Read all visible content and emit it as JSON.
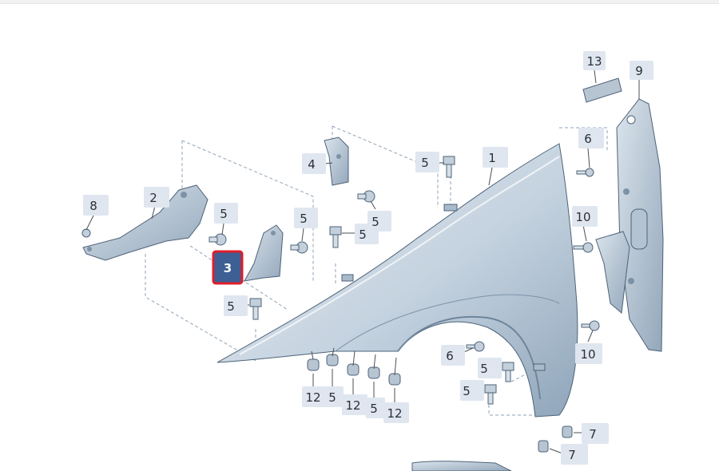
{
  "diagram": {
    "callouts": [
      {
        "id": "c13a",
        "label": "13"
      },
      {
        "id": "c9",
        "label": "9"
      },
      {
        "id": "c6a",
        "label": "6"
      },
      {
        "id": "c4",
        "label": "4"
      },
      {
        "id": "c5a",
        "label": "5"
      },
      {
        "id": "c1",
        "label": "1"
      },
      {
        "id": "c8",
        "label": "8"
      },
      {
        "id": "c2",
        "label": "2"
      },
      {
        "id": "c5b",
        "label": "5"
      },
      {
        "id": "c5c",
        "label": "5"
      },
      {
        "id": "c5d",
        "label": "5"
      },
      {
        "id": "c5e",
        "label": "5"
      },
      {
        "id": "c3",
        "label": "3",
        "selected": true
      },
      {
        "id": "c10a",
        "label": "10"
      },
      {
        "id": "c5f",
        "label": "5"
      },
      {
        "id": "c10b",
        "label": "10"
      },
      {
        "id": "c6b",
        "label": "6"
      },
      {
        "id": "c5g",
        "label": "5"
      },
      {
        "id": "c5h",
        "label": "5"
      },
      {
        "id": "c12a",
        "label": "12"
      },
      {
        "id": "c5i",
        "label": "5"
      },
      {
        "id": "c12b",
        "label": "12"
      },
      {
        "id": "c5j",
        "label": "5"
      },
      {
        "id": "c12c",
        "label": "12"
      },
      {
        "id": "c7a",
        "label": "7"
      },
      {
        "id": "c7b",
        "label": "7"
      }
    ],
    "colors": {
      "callout_bg": "#dfe6ef",
      "selected_bg": "#3d5f94",
      "selected_border": "#e01e2b",
      "part_fill": "#c9d6e3",
      "part_shadow": "#9fb1c4"
    }
  }
}
